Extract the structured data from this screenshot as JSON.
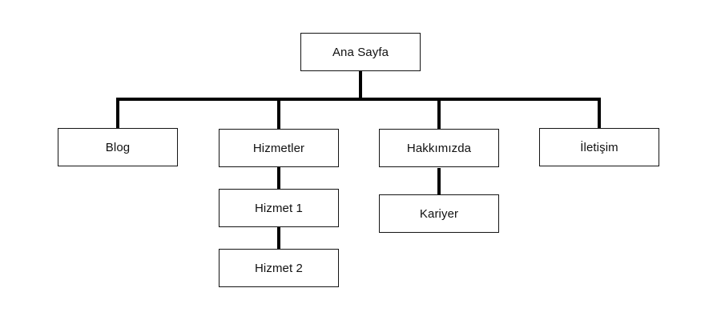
{
  "diagram": {
    "type": "sitemap-flowchart",
    "nodes": {
      "ana_sayfa": {
        "label": "Ana Sayfa"
      },
      "blog": {
        "label": "Blog"
      },
      "hizmetler": {
        "label": "Hizmetler"
      },
      "hakkimizda": {
        "label": "Hakkımızda"
      },
      "iletisim": {
        "label": "İletişim"
      },
      "hizmet1": {
        "label": "Hizmet 1"
      },
      "hizmet2": {
        "label": "Hizmet 2"
      },
      "kariyer": {
        "label": "Kariyer"
      }
    },
    "edges": [
      {
        "from": "Ana Sayfa",
        "to": "Blog"
      },
      {
        "from": "Ana Sayfa",
        "to": "Hizmetler"
      },
      {
        "from": "Ana Sayfa",
        "to": "Hakkımızda"
      },
      {
        "from": "Ana Sayfa",
        "to": "İletişim"
      },
      {
        "from": "Hizmetler",
        "to": "Hizmet 1"
      },
      {
        "from": "Hizmet 1",
        "to": "Hizmet 2"
      },
      {
        "from": "Hakkımızda",
        "to": "Kariyer"
      }
    ],
    "colors": {
      "background": "#ffffff",
      "box_fill": "#ffffff",
      "box_border": "#141414",
      "text": "#111111",
      "connector": "#000000"
    }
  }
}
